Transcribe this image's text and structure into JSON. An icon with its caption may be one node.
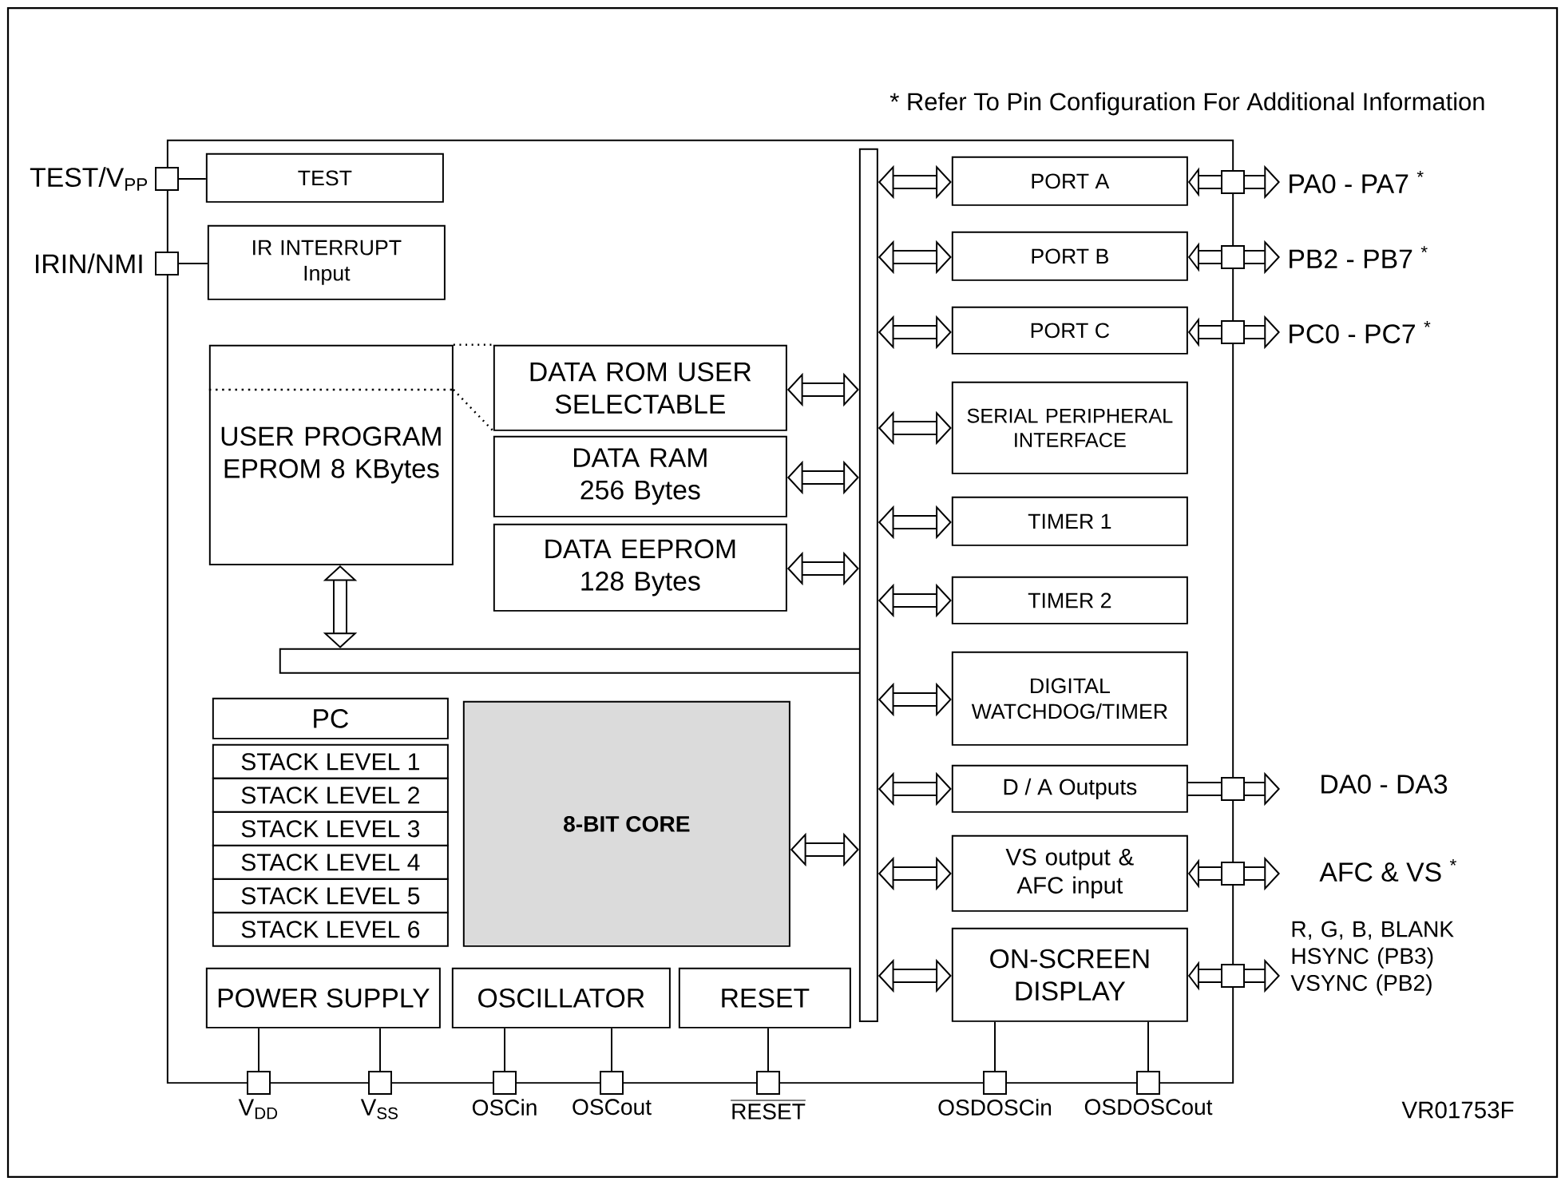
{
  "diagram": {
    "nodes": [
      {
        "text": [],
        "shape": "box"
      },
      {
        "text": [
          "TEST/V$_{PP}$"
        ]
      },
      {
        "text": [
          "TEST"
        ],
        "in": 0
      },
      {
        "text": [
          "IRIN/NMI"
        ]
      },
      {
        "text": [
          "IR INTERRUPT Input"
        ],
        "in": 0
      },
      {
        "text": [
          "USER PROGRAM EPROM 8 KBytes"
        ],
        "in": 0
      },
      {
        "text": [
          "DATA ROM USER SELECTABLE"
        ],
        "in": 0
      },
      {
        "text": [
          "DATA RAM 256 Bytes"
        ],
        "in": 0
      },
      {
        "text": [
          "DATA EEPROM 128 Bytes"
        ],
        "in": 0
      },
      {
        "text": [],
        "shape": "bar",
        "in": 0
      },
      {
        "text": [],
        "shape": "bar",
        "in": 0
      },
      {
        "text": [
          "PORT A"
        ],
        "in": 0
      },
      {
        "text": [
          "PORT B"
        ],
        "in": 0
      },
      {
        "text": [
          "PORT C"
        ],
        "in": 0
      },
      {
        "text": [
          "SERIAL PERIPHERAL INTERFACE"
        ],
        "in": 0
      },
      {
        "text": [
          "TIMER 1"
        ],
        "in": 0
      },
      {
        "text": [
          "TIMER 2"
        ],
        "in": 0
      },
      {
        "text": [
          "DIGITAL WATCHDOG/TIMER"
        ],
        "in": 0
      },
      {
        "text": [
          "D / A Outputs"
        ],
        "in": 0
      },
      {
        "text": [
          "VS output & AFC input"
        ],
        "in": 0
      },
      {
        "text": [
          "ON-SCREEN DISPLAY"
        ],
        "in": 0
      },
      {
        "text": [
          "PA0 - PA7 $^{*}$"
        ]
      },
      {
        "text": [
          "PB2 - PB7 $^{*}$"
        ]
      },
      {
        "text": [
          "PC0 - PC7 $^{*}$"
        ]
      },
      {
        "text": [
          "DA0 - DA3"
        ]
      },
      {
        "text": [
          "AFC & VS $^{*}$"
        ]
      },
      {
        "text": [
          "R, G, B, BLANK HSYNC (PB3) VSYNC (PB2)"
        ]
      },
      {
        "text": [
          "PC"
        ],
        "in": 0
      },
      {
        "text": [
          "STACK LEVEL 1"
        ],
        "in": 0
      },
      {
        "text": [
          "STACK LEVEL 2"
        ],
        "in": 0
      },
      {
        "text": [
          "STACK LEVEL 3"
        ],
        "in": 0
      },
      {
        "text": [
          "STACK LEVEL 4"
        ],
        "in": 0
      },
      {
        "text": [
          "STACK LEVEL 5"
        ],
        "in": 0
      },
      {
        "text": [
          "STACK LEVEL 6"
        ],
        "in": 0
      },
      {
        "text": [
          "8-BIT CORE"
        ],
        "in": 0
      },
      {
        "text": [
          "POWER SUPPLY"
        ],
        "in": 0
      },
      {
        "text": [
          "OSCILLATOR"
        ],
        "in": 0
      },
      {
        "text": [
          "RESET"
        ],
        "in": 0
      },
      {
        "text": [
          "V$_{DD}$"
        ]
      },
      {
        "text": [
          "V$_{SS}$"
        ]
      },
      {
        "text": [
          "OSCin"
        ]
      },
      {
        "text": [
          "OSCout"
        ]
      },
      {
        "text": [
          "RESET"
        ]
      },
      {
        "text": [
          "OSDOSCin"
        ]
      },
      {
        "text": [
          "OSDOSCout"
        ]
      }
    ],
    "edges": [
      {
        "from": 2,
        "to": 1,
        "arrow": "none"
      },
      {
        "from": 4,
        "to": 3,
        "arrow": "none"
      },
      {
        "from": 5,
        "to": 6,
        "arrow": "none",
        "style": "dashed"
      },
      {
        "from": 5,
        "to": 6,
        "arrow": "none",
        "style": "dashed"
      },
      {
        "from": 6,
        "to": 9,
        "arrow": "both"
      },
      {
        "from": 7,
        "to": 9,
        "arrow": "both"
      },
      {
        "from": 8,
        "to": 9,
        "arrow": "both"
      },
      {
        "from": 5,
        "to": 10,
        "arrow": "both"
      },
      {
        "from": 9,
        "to": 11,
        "arrow": "both"
      },
      {
        "from": 9,
        "to": 12,
        "arrow": "both"
      },
      {
        "from": 9,
        "to": 13,
        "arrow": "both"
      },
      {
        "from": 9,
        "to": 14,
        "arrow": "both"
      },
      {
        "from": 9,
        "to": 15,
        "arrow": "both"
      },
      {
        "from": 9,
        "to": 16,
        "arrow": "both"
      },
      {
        "from": 9,
        "to": 17,
        "arrow": "both"
      },
      {
        "from": 9,
        "to": 18,
        "arrow": "both"
      },
      {
        "from": 9,
        "to": 19,
        "arrow": "both"
      },
      {
        "from": 9,
        "to": 20,
        "arrow": "both"
      },
      {
        "from": 21,
        "to": 11,
        "arrow": "to"
      },
      {
        "from": 22,
        "to": 12,
        "arrow": "to"
      },
      {
        "from": 23,
        "to": 13,
        "arrow": "to"
      },
      {
        "from": 18,
        "to": 24,
        "arrow": "none"
      },
      {
        "from": 25,
        "to": 19,
        "arrow": "to"
      },
      {
        "from": 26,
        "to": 20,
        "arrow": "to"
      },
      {
        "from": 34,
        "to": 9,
        "arrow": "both"
      },
      {
        "from": 35,
        "to": 38,
        "arrow": "none"
      },
      {
        "from": 35,
        "to": 39,
        "arrow": "none"
      },
      {
        "from": 36,
        "to": 40,
        "arrow": "none"
      },
      {
        "from": 36,
        "to": 41,
        "arrow": "none"
      },
      {
        "from": 37,
        "to": 42,
        "arrow": "none"
      },
      {
        "from": 20,
        "to": 43,
        "arrow": "none"
      },
      {
        "from": 20,
        "to": 44,
        "arrow": "none"
      },
      {
        "from": 21,
        "to": null,
        "arrow": "to"
      },
      {
        "from": 22,
        "to": null,
        "arrow": "to"
      },
      {
        "from": 23,
        "to": null,
        "arrow": "to"
      },
      {
        "from": 24,
        "to": null,
        "arrow": "to"
      },
      {
        "from": 25,
        "to": null,
        "arrow": "to"
      },
      {
        "from": 26,
        "to": null,
        "arrow": "to"
      }
    ],
    "labels": [
      "* Refer To Pin Configuration For Additional Information",
      "VR01753F"
    ]
  }
}
